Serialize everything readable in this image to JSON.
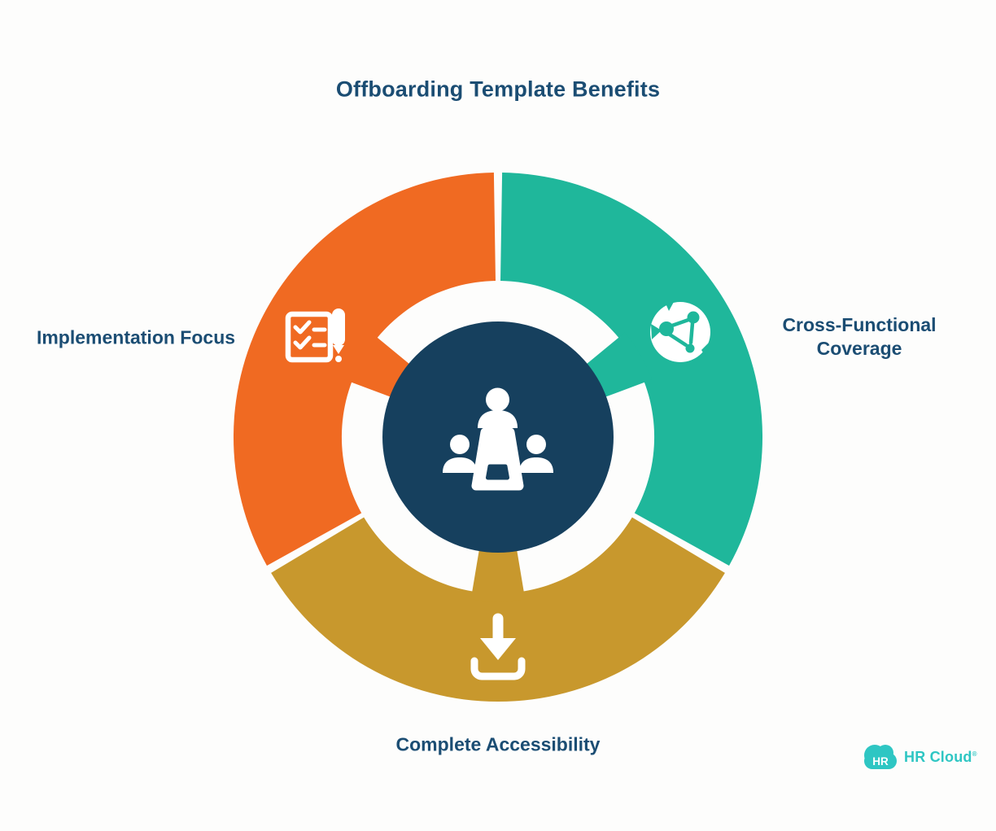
{
  "title": "Offboarding Template Benefits",
  "colors": {
    "orange": "#F06A22",
    "teal": "#1FB79B",
    "gold": "#C8982D",
    "navy": "#16405E",
    "label_navy": "#1B4D73",
    "brand_teal": "#2EC6C3",
    "background": "#FDFDFC",
    "icon_white": "#FFFFFF"
  },
  "diagram": {
    "type": "cycle-donut",
    "segment_count": 3,
    "center_icon": "meeting-people-icon",
    "segments": [
      {
        "label": "Implementation Focus",
        "icon": "checklist-pen-icon",
        "color": "#F06A22",
        "position": "upper-left"
      },
      {
        "label": "Cross-Functional Coverage",
        "icon": "globe-network-icon",
        "color": "#1FB79B",
        "position": "right"
      },
      {
        "label": "Complete Accessibility",
        "icon": "download-icon",
        "color": "#C8982D",
        "position": "bottom"
      }
    ]
  },
  "branding": {
    "badge": "HR",
    "name": "HR Cloud",
    "registered_mark": "®",
    "color": "#2EC6C3"
  }
}
